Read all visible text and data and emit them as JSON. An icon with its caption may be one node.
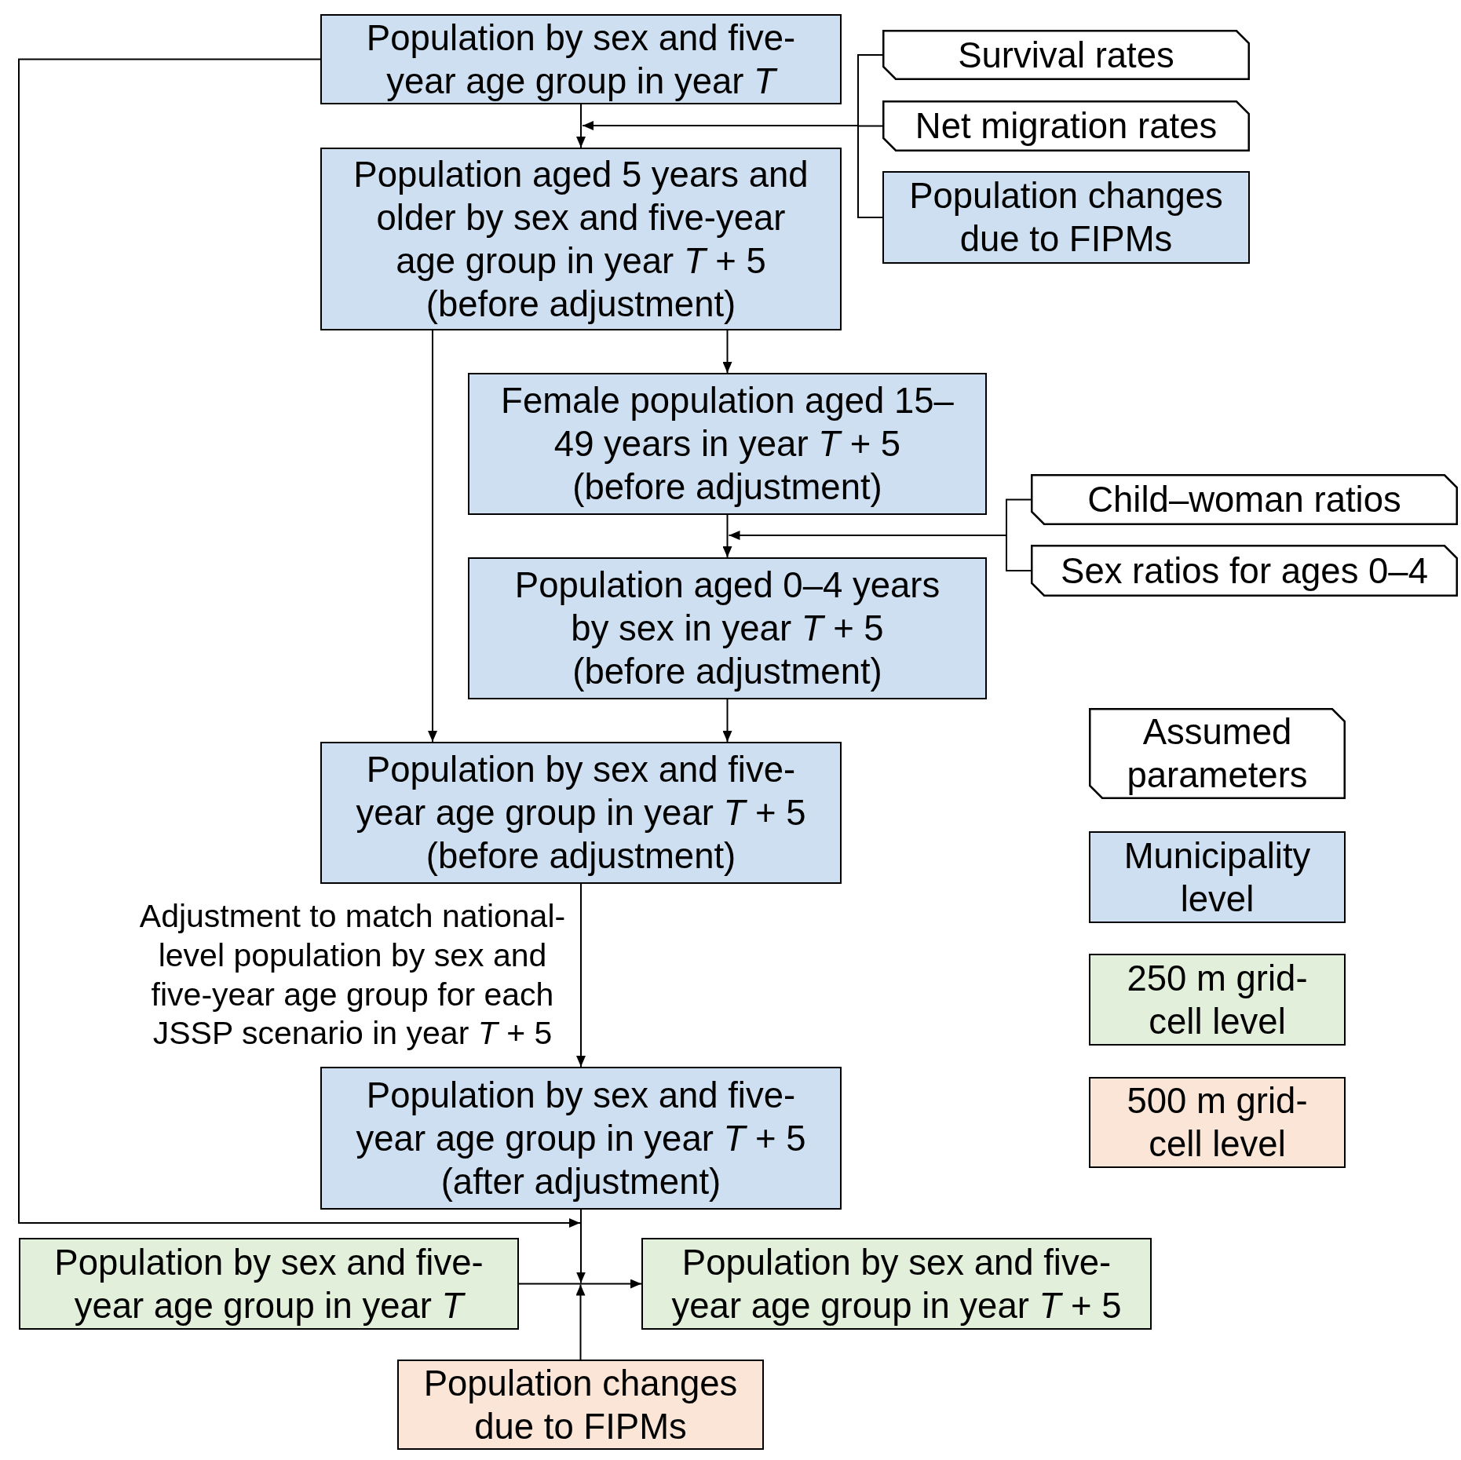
{
  "diagram": {
    "nodes": [
      {
        "text": [
          "Population by sex and five-year age group in year *T*"
        ]
      },
      {
        "text": [
          "Survival rates"
        ]
      },
      {
        "text": [
          "Net migration rates"
        ]
      },
      {
        "text": [
          "Population changes due to FIPMs"
        ]
      },
      {
        "text": [
          "Population aged 5 years and older by sex and five-year age group in year *T* + 5 (before adjustment)"
        ]
      },
      {
        "text": [
          "Female population aged 15–49 years in year *T* + 5 (before adjustment)"
        ]
      },
      {
        "text": [
          "Child–woman ratios"
        ]
      },
      {
        "text": [
          "Sex ratios for ages 0–4"
        ]
      },
      {
        "text": [
          "Population aged 0–4 years by sex in year *T* + 5 (before adjustment)"
        ]
      },
      {
        "text": [
          "Population by sex and five-year age group in year *T* + 5 (before adjustment)"
        ]
      },
      {
        "text": [
          "Population by sex and five-year age group in year *T* + 5 (after adjustment)"
        ]
      },
      {
        "text": [
          "Population by sex and five-year age group in year *T*"
        ]
      },
      {
        "text": [
          "Population by sex and five-year age group in year *T* + 5"
        ]
      },
      {
        "text": [
          "Population changes due to FIPMs"
        ]
      }
    ],
    "edges": [
      {
        "from": 0,
        "to": 4,
        "arrow": "to"
      },
      {
        "from": 1,
        "to": 4,
        "arrow": "to"
      },
      {
        "from": 2,
        "to": 4,
        "arrow": "to"
      },
      {
        "from": 3,
        "to": 4,
        "arrow": "to"
      },
      {
        "from": 4,
        "to": 5,
        "arrow": "to"
      },
      {
        "from": 4,
        "to": 9,
        "arrow": "to"
      },
      {
        "from": 5,
        "to": 8,
        "arrow": "to"
      },
      {
        "from": 6,
        "to": 8,
        "arrow": "to"
      },
      {
        "from": 7,
        "to": 8,
        "arrow": "to"
      },
      {
        "from": 8,
        "to": 9,
        "arrow": "to"
      },
      {
        "from": 9,
        "to": 10,
        "arrow": "to",
        "label": "Adjustment to match national-level population by sex and five-year age group for each JSSP scenario in year *T* + 5"
      },
      {
        "from": 0,
        "to": 12,
        "arrow": "to"
      },
      {
        "from": 10,
        "to": 12,
        "arrow": "to"
      },
      {
        "from": 11,
        "to": 12,
        "arrow": "to"
      },
      {
        "from": 13,
        "to": 12,
        "arrow": "to"
      }
    ],
    "legend": [
      {
        "text": "Assumed parameters"
      },
      {
        "text": "Municipality level",
        "color": "#cddff0"
      },
      {
        "text": "250 m grid-cell level",
        "color": "#e2efda"
      },
      {
        "text": "500 m grid-cell level",
        "color": "#fbe5d6"
      }
    ]
  }
}
